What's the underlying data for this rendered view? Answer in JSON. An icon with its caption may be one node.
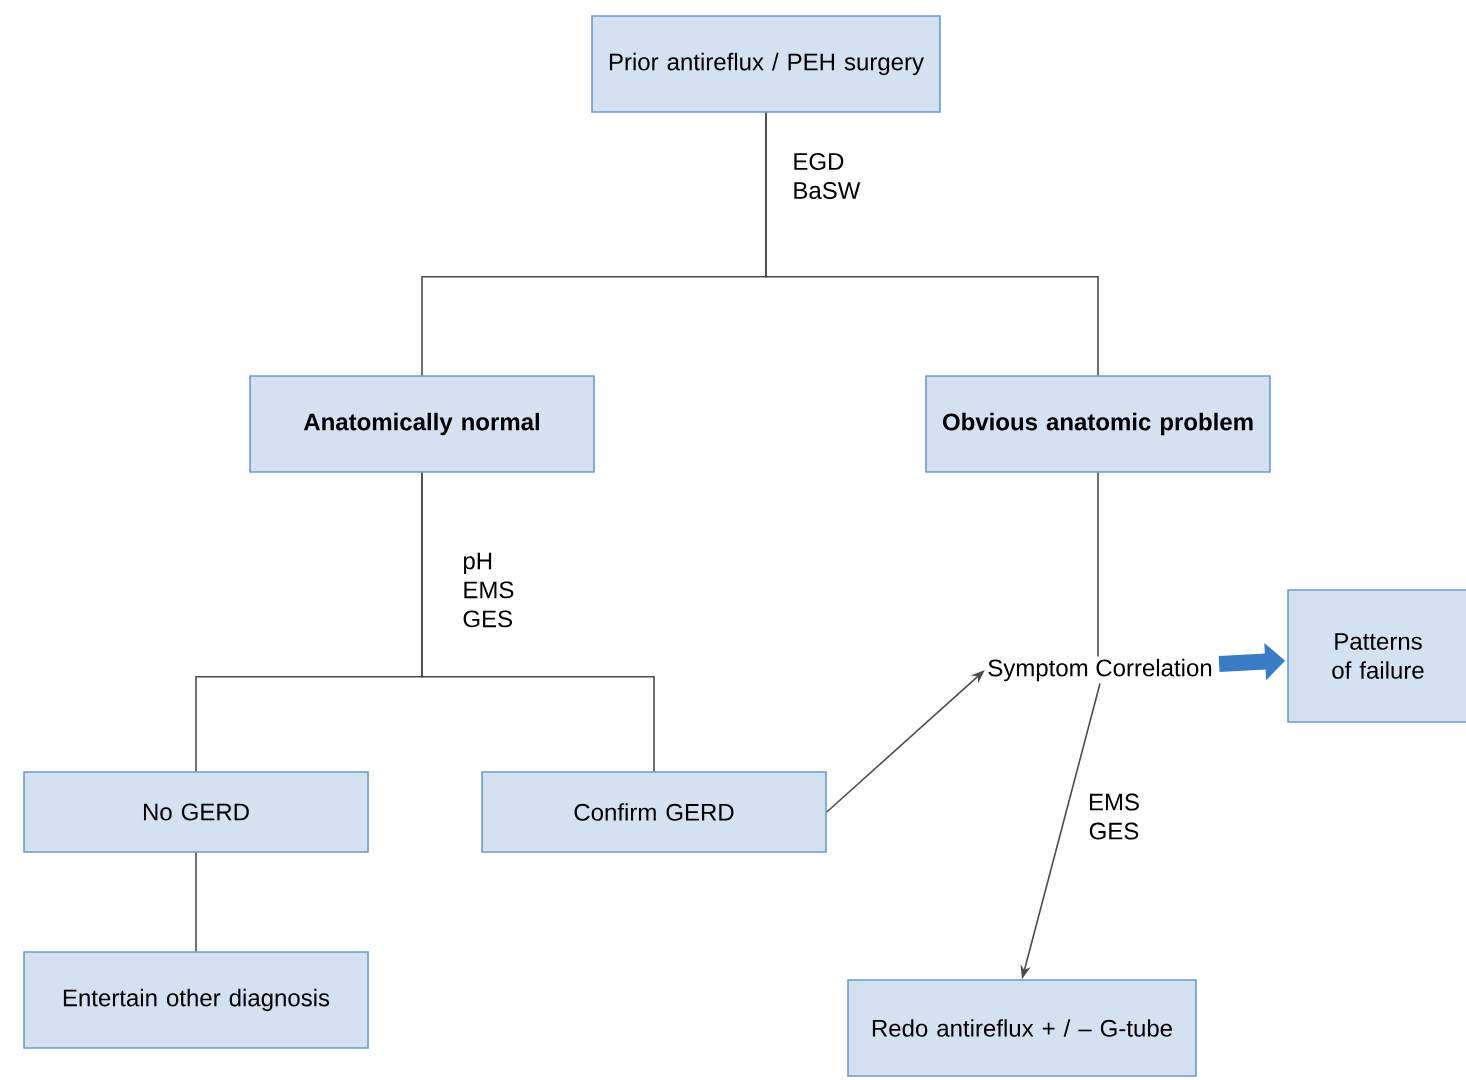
{
  "diagram": {
    "nodes": [
      {
        "text": [
          "Prior antireflux / PEH surgery"
        ]
      },
      {
        "text": [
          "Anatomically normal"
        ]
      },
      {
        "text": [
          "Obvious anatomic problem"
        ]
      },
      {
        "text": [
          "No GERD"
        ]
      },
      {
        "text": [
          "Confirm GERD"
        ]
      },
      {
        "text": [
          "Entertain other diagnosis"
        ]
      },
      {
        "text": [
          "Symptom Correlation"
        ]
      },
      {
        "text": [
          "Patterns of failure"
        ]
      },
      {
        "text": [
          "Redo antireflux + / – G-tube"
        ]
      }
    ],
    "edges": [
      {
        "from": 0,
        "to": 1,
        "arrow": "none"
      },
      {
        "from": 0,
        "to": 2,
        "arrow": "none"
      },
      {
        "from": 1,
        "to": 3,
        "arrow": "none"
      },
      {
        "from": 1,
        "to": 4,
        "arrow": "none"
      },
      {
        "from": 3,
        "to": 5,
        "arrow": "none"
      },
      {
        "from": 2,
        "to": 6,
        "arrow": "none"
      },
      {
        "from": 4,
        "to": 6,
        "arrow": "to"
      },
      {
        "from": 6,
        "to": 7,
        "arrow": "to",
        "style": "thick",
        "color": "#3a7cc4"
      },
      {
        "from": 6,
        "to": 8,
        "arrow": "to",
        "label": "EMS GES"
      }
    ],
    "labels": [
      "EGD BaSW",
      "pH EMS GES"
    ]
  }
}
